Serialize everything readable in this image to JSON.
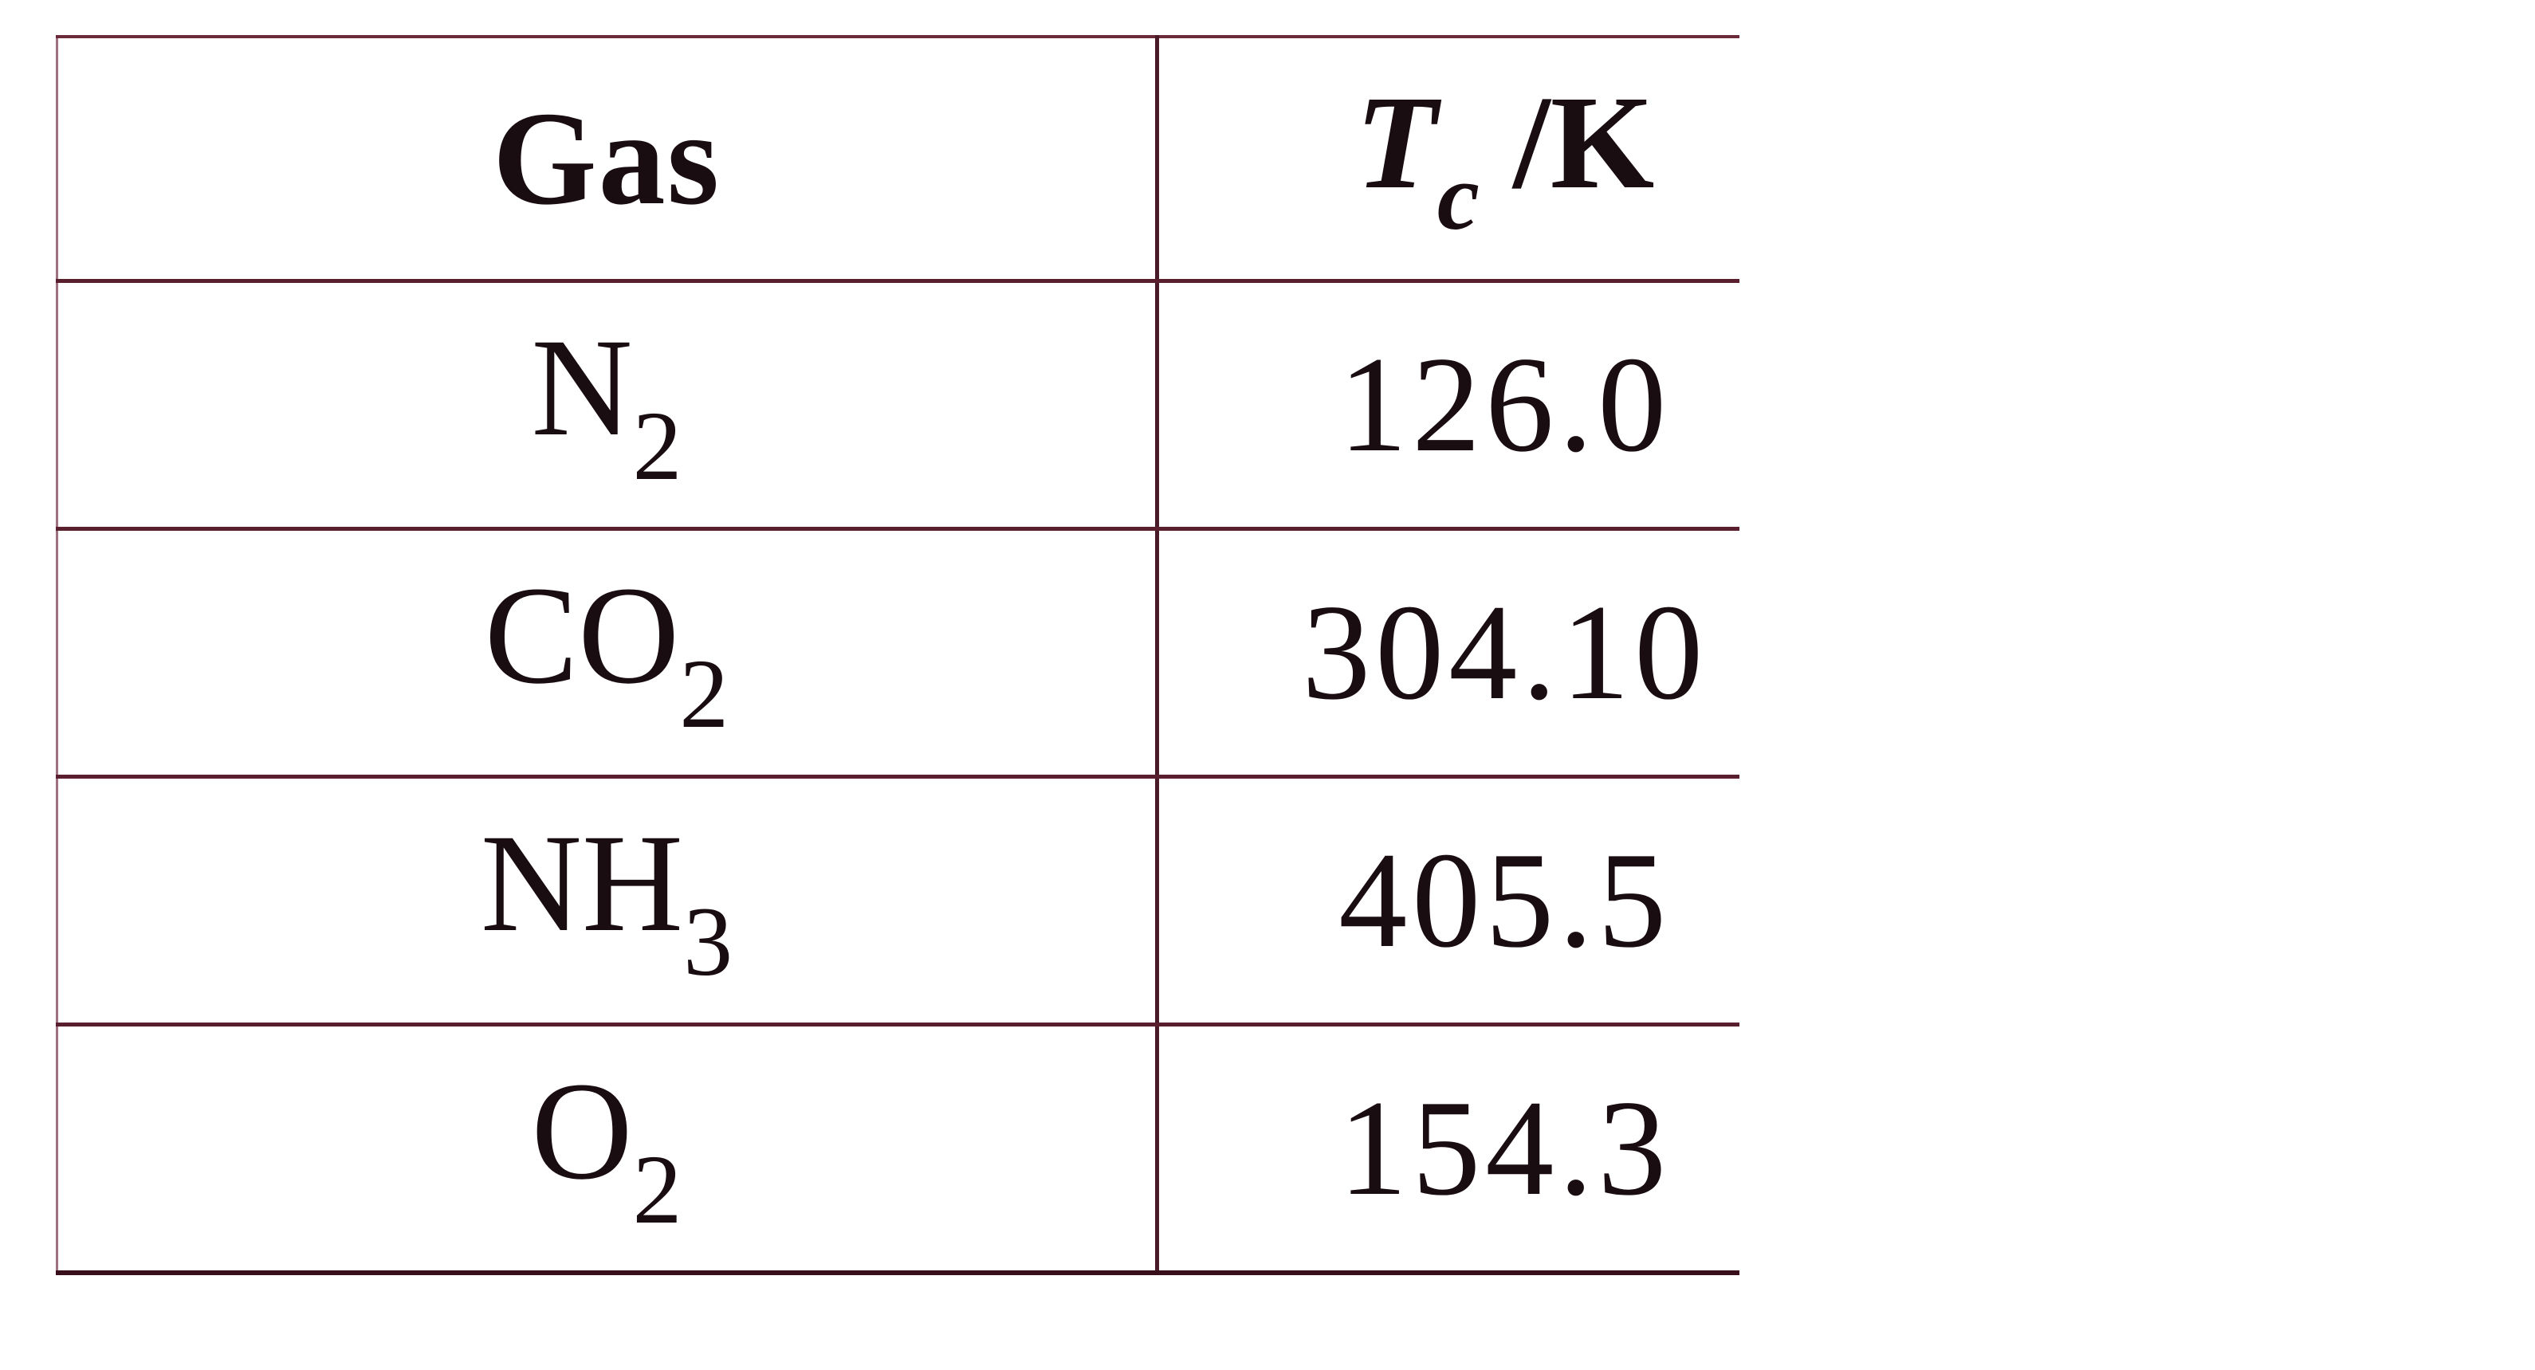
{
  "table": {
    "header": {
      "gas_label": "Gas",
      "tc_symbol": "T",
      "tc_subscript": "c",
      "tc_unit": " /K"
    },
    "rows": [
      {
        "gas_base": "N",
        "gas_sub": "2",
        "tc": "126.0"
      },
      {
        "gas_base": "CO",
        "gas_sub": "2",
        "tc": "304.10"
      },
      {
        "gas_base": "NH",
        "gas_sub": "3",
        "tc": "405.5"
      },
      {
        "gas_base": "O",
        "gas_sub": "2",
        "tc": "154.3"
      }
    ]
  }
}
